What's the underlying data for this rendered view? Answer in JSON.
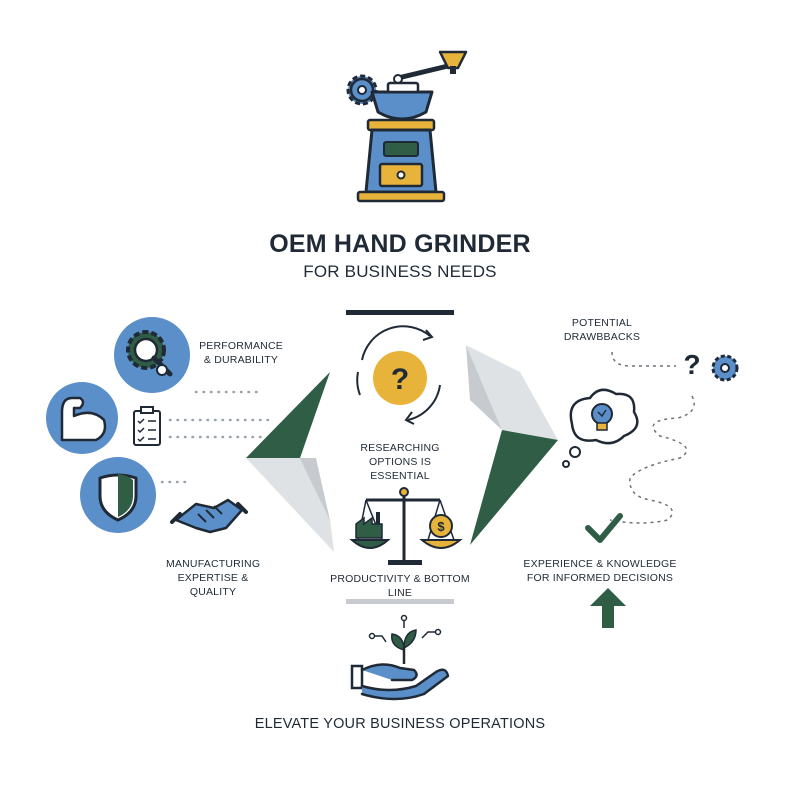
{
  "header": {
    "title": "OEM HAND GRINDER",
    "subtitle": "FOR BUSINESS NEEDS"
  },
  "left": {
    "performance_label": "PERFORMANCE & DURABILITY",
    "manufacturing_label": "MANUFACTURING EXPERTISE & QUALITY"
  },
  "center": {
    "research_label": "RESEARCHING OPTIONS IS ESSENTIAL",
    "productivity_label": "PRODUCTIVITY & BOTTOM LINE"
  },
  "right": {
    "drawbacks_label": "POTENTIAL DRAWBBACKS",
    "experience_label": "EXPERIENCE & KNOWLEDGE FOR INFORMED DECISIONS"
  },
  "footer": {
    "label": "ELEVATE YOUR BUSINESS OPERATIONS"
  },
  "colors": {
    "navy": "#1f2a36",
    "blue": "#5b8fc9",
    "green": "#2f5d45",
    "gold": "#e8b33a",
    "gray": "#c7cbcf"
  },
  "icons": [
    "gear-icon",
    "coffee-grinder-icon",
    "magnifier-gear-icon",
    "muscle-arm-icon",
    "checklist-icon",
    "shield-icon",
    "handshake-icon",
    "question-icon",
    "balance-scale-icon",
    "factory-icon",
    "dollar-icon",
    "lightbulb-thought-icon",
    "checkmark-icon",
    "up-arrow-icon",
    "hand-plant-icon"
  ]
}
